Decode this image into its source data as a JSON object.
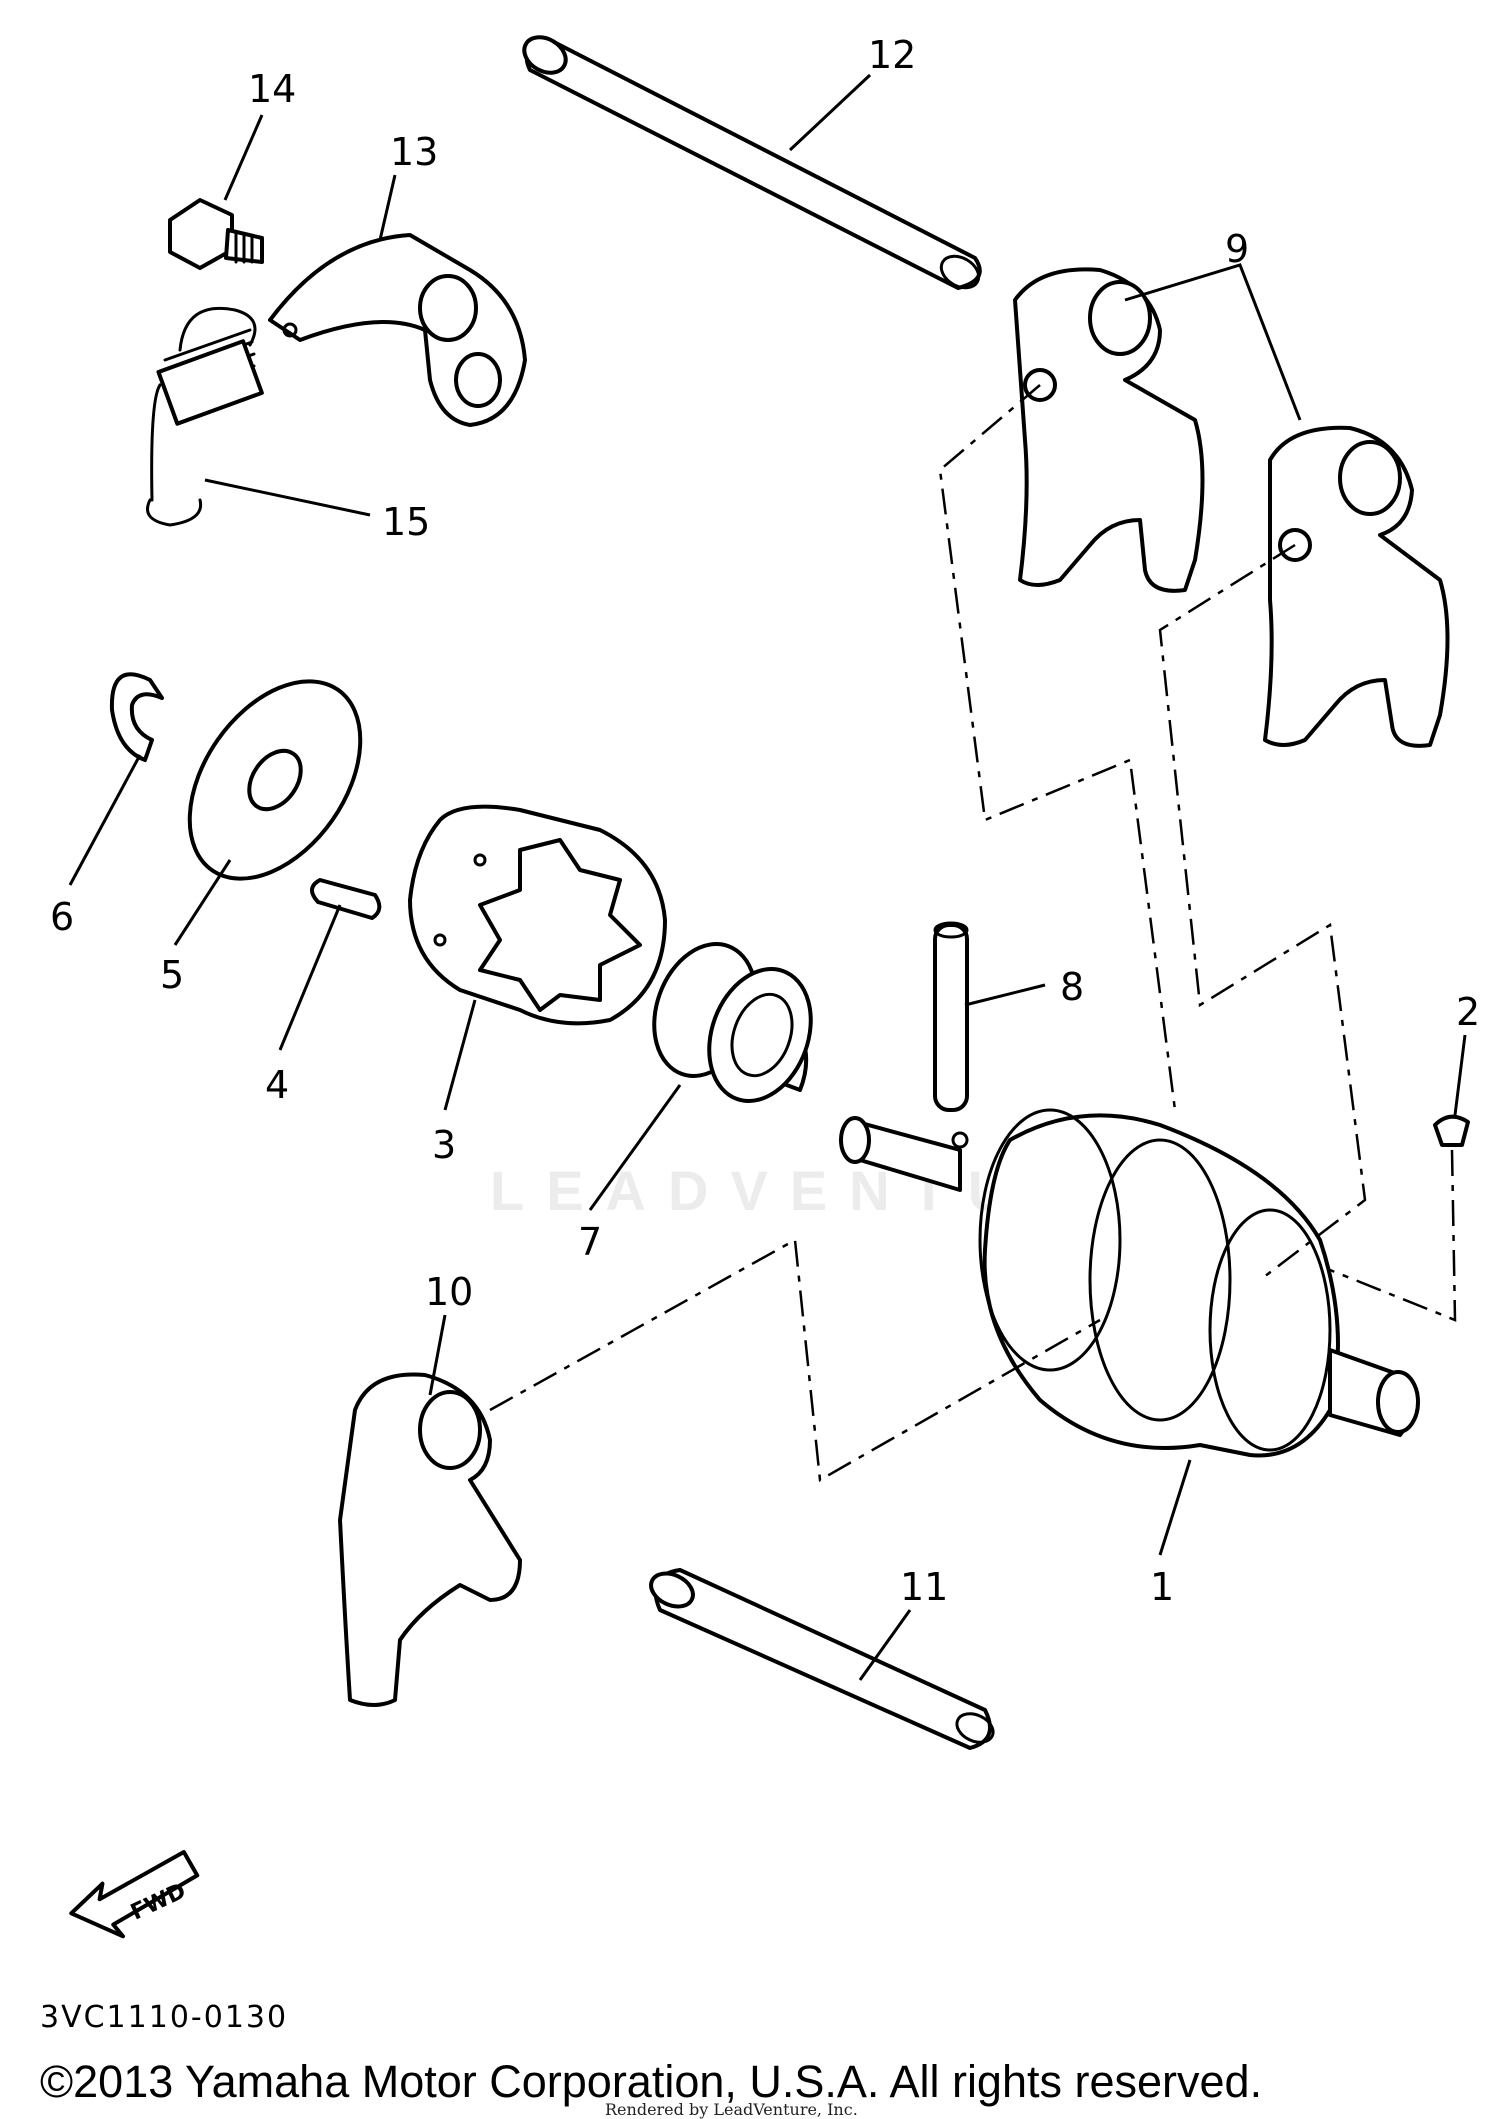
{
  "watermark": "LEADVENTURE",
  "diagram_code": "3VC1110-0130",
  "copyright": "©2013 Yamaha Motor Corporation, U.S.A. All rights reserved.",
  "render_credit": "Rendered by LeadVenture, Inc.",
  "fwd_label": "FWD",
  "callouts": {
    "p1": "1",
    "p2": "2",
    "p3": "3",
    "p4": "4",
    "p5": "5",
    "p6": "6",
    "p7": "7",
    "p8": "8",
    "p9": "9",
    "p10": "10",
    "p11": "11",
    "p12": "12",
    "p13": "13",
    "p14": "14",
    "p15": "15"
  }
}
